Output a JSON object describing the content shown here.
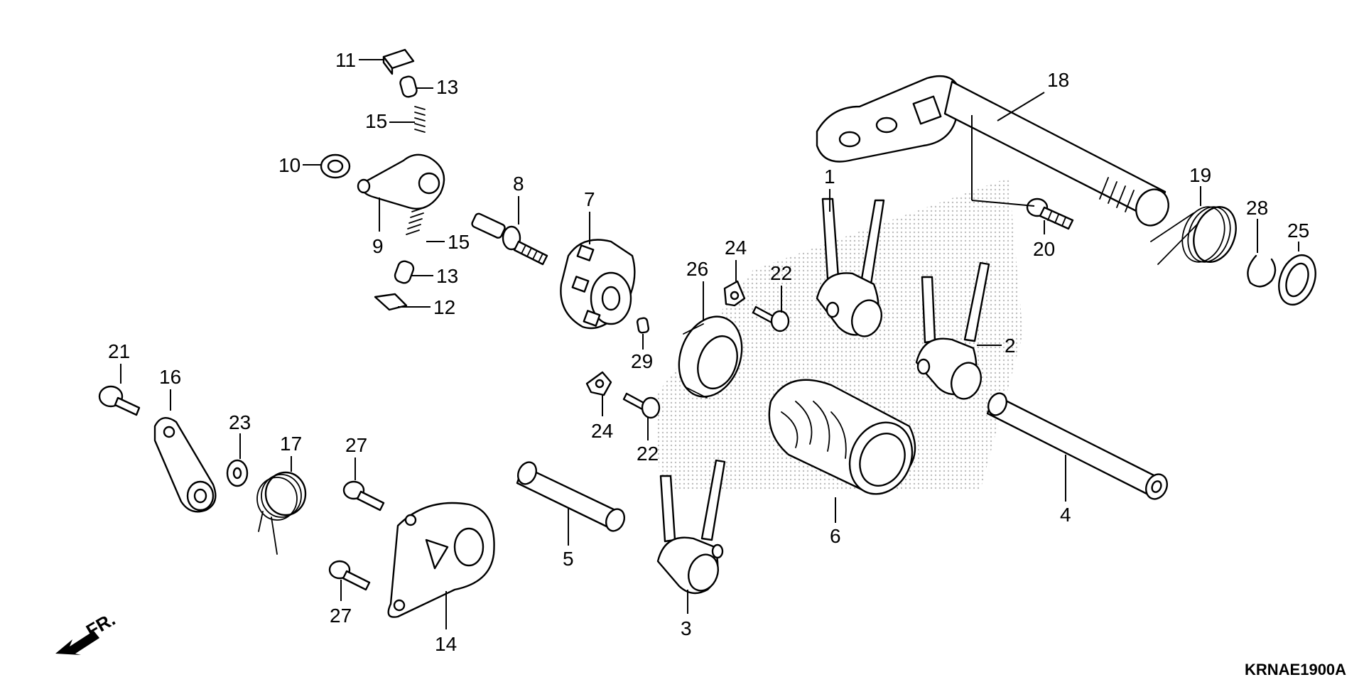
{
  "diagram_code": "KRNAE1900A",
  "front_indicator": "FR.",
  "callouts": {
    "c1": "1",
    "c2": "2",
    "c3": "3",
    "c4": "4",
    "c5": "5",
    "c6": "6",
    "c7": "7",
    "c8": "8",
    "c9": "9",
    "c10": "10",
    "c11": "11",
    "c12": "12",
    "c13a": "13",
    "c13b": "13",
    "c14": "14",
    "c15a": "15",
    "c15b": "15",
    "c16": "16",
    "c17": "17",
    "c18": "18",
    "c19": "19",
    "c20": "20",
    "c21": "21",
    "c22a": "22",
    "c22b": "22",
    "c23": "23",
    "c24a": "24",
    "c24b": "24",
    "c25": "25",
    "c26": "26",
    "c27a": "27",
    "c27b": "27",
    "c28": "28",
    "c29": "29"
  },
  "colors": {
    "line": "#000000",
    "background": "#ffffff",
    "watermark": "#cfcfcf"
  }
}
